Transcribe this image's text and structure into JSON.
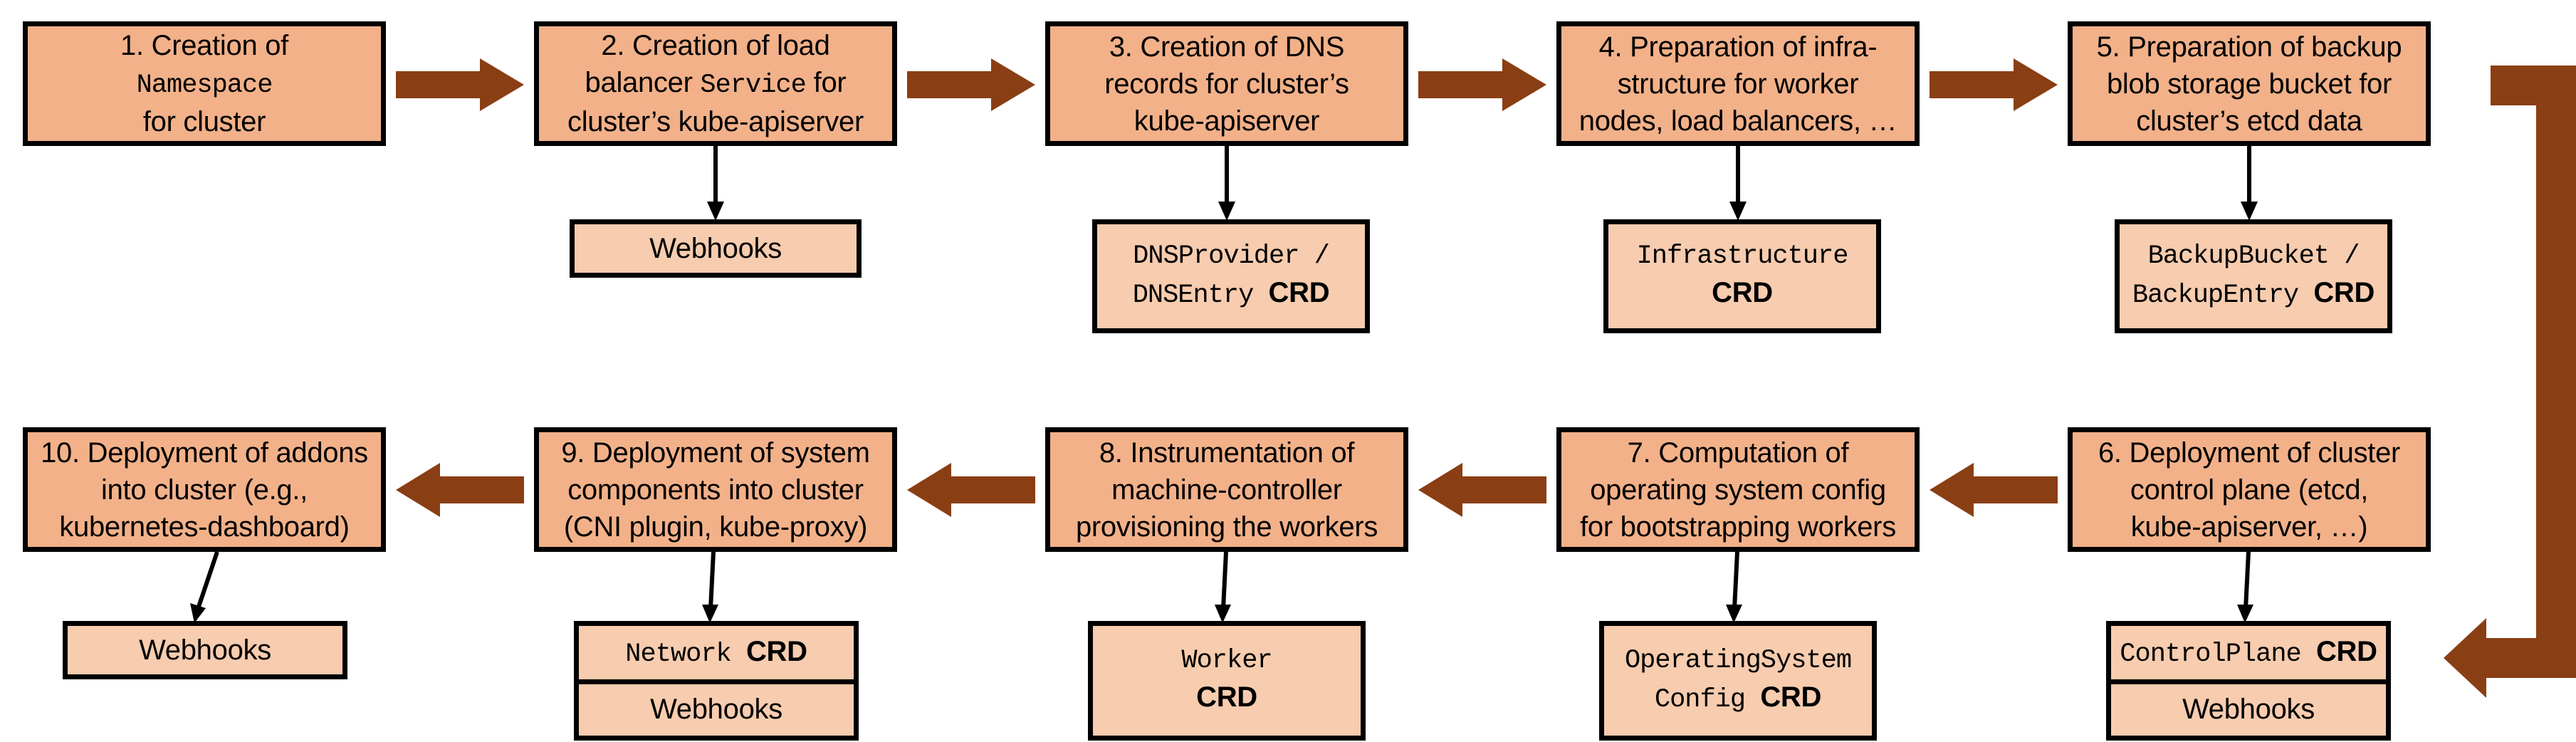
{
  "diagram": {
    "colors": {
      "step_fill": "#F2B189",
      "resource_fill": "#F7CCAF",
      "arrow": "#8A3E14",
      "stroke": "#000000",
      "background": "#FFFFFF"
    }
  },
  "steps": [
    {
      "id": "step-1",
      "number": "1.",
      "lines": [
        {
          "text": "1. Creation of",
          "mono": false
        },
        {
          "text": "Namespace",
          "mono": true
        },
        {
          "text": "for cluster",
          "mono": false
        }
      ],
      "plain": "1. Creation of Namespace for cluster"
    },
    {
      "id": "step-2",
      "number": "2.",
      "lines": [
        {
          "text": "2. Creation of load",
          "mono": false
        },
        {
          "text": "balancer Service for",
          "mono": "mixed"
        },
        {
          "text": "cluster’s kube-apiserver",
          "mono": false
        }
      ],
      "plain": "2. Creation of load balancer Service for cluster’s kube-apiserver"
    },
    {
      "id": "step-3",
      "number": "3.",
      "lines": [
        {
          "text": "3. Creation of DNS",
          "mono": false
        },
        {
          "text": "records for cluster’s",
          "mono": false
        },
        {
          "text": "kube-apiserver",
          "mono": false
        }
      ],
      "plain": "3. Creation of DNS records for cluster’s kube-apiserver"
    },
    {
      "id": "step-4",
      "number": "4.",
      "lines": [
        {
          "text": "4. Preparation of infra-",
          "mono": false
        },
        {
          "text": "structure for worker",
          "mono": false
        },
        {
          "text": "nodes, load balancers, …",
          "mono": false
        }
      ],
      "plain": "4. Preparation of infrastructure for worker nodes, load balancers, …"
    },
    {
      "id": "step-5",
      "number": "5.",
      "lines": [
        {
          "text": "5. Preparation of backup",
          "mono": false
        },
        {
          "text": "blob storage bucket for",
          "mono": false
        },
        {
          "text": "cluster’s etcd data",
          "mono": false
        }
      ],
      "plain": "5. Preparation of backup blob storage bucket for cluster’s etcd data"
    },
    {
      "id": "step-6",
      "number": "6.",
      "lines": [
        {
          "text": "6. Deployment of cluster",
          "mono": false
        },
        {
          "text": "control plane (etcd,",
          "mono": false
        },
        {
          "text": "kube-apiserver, …)",
          "mono": false
        }
      ],
      "plain": "6. Deployment of cluster control plane (etcd, kube-apiserver, …)"
    },
    {
      "id": "step-7",
      "number": "7.",
      "lines": [
        {
          "text": "7. Computation of",
          "mono": false
        },
        {
          "text": "operating system config",
          "mono": false
        },
        {
          "text": "for bootstrapping workers",
          "mono": false
        }
      ],
      "plain": "7. Computation of operating system config for bootstrapping workers"
    },
    {
      "id": "step-8",
      "number": "8.",
      "lines": [
        {
          "text": "8. Instrumentation of",
          "mono": false
        },
        {
          "text": "machine-controller",
          "mono": false
        },
        {
          "text": "provisioning the workers",
          "mono": false
        }
      ],
      "plain": "8. Instrumentation of machine-controller provisioning the workers"
    },
    {
      "id": "step-9",
      "number": "9.",
      "lines": [
        {
          "text": "9. Deployment of system",
          "mono": false
        },
        {
          "text": "components into cluster",
          "mono": false
        },
        {
          "text": "(CNI plugin, kube-proxy)",
          "mono": false
        }
      ],
      "plain": "9. Deployment of system components into cluster (CNI plugin, kube-proxy)"
    },
    {
      "id": "step-10",
      "number": "10.",
      "lines": [
        {
          "text": "10. Deployment of addons",
          "mono": false
        },
        {
          "text": "into cluster (e.g.,",
          "mono": false
        },
        {
          "text": "kubernetes-dashboard)",
          "mono": false
        }
      ],
      "plain": "10. Deployment of addons into cluster (e.g., kubernetes-dashboard)"
    }
  ],
  "resources": [
    {
      "id": "res-2",
      "parent": "step-2",
      "cells": [
        {
          "name": "Webhooks",
          "kind": "webhooks",
          "crd": false
        }
      ]
    },
    {
      "id": "res-3",
      "parent": "step-3",
      "cells": [
        {
          "name": "DNSProvider /\nDNSEntry",
          "kind": "crd",
          "crd": true,
          "crd_label": "CRD"
        }
      ]
    },
    {
      "id": "res-4",
      "parent": "step-4",
      "cells": [
        {
          "name": "Infrastructure",
          "kind": "crd",
          "crd": true,
          "crd_label": "CRD"
        }
      ]
    },
    {
      "id": "res-5",
      "parent": "step-5",
      "cells": [
        {
          "name": "BackupBucket /\nBackupEntry",
          "kind": "crd",
          "crd": true,
          "crd_label": "CRD"
        }
      ]
    },
    {
      "id": "res-6",
      "parent": "step-6",
      "cells": [
        {
          "name": "ControlPlane",
          "kind": "crd",
          "crd": true,
          "crd_label": "CRD"
        },
        {
          "name": "Webhooks",
          "kind": "webhooks",
          "crd": false
        }
      ]
    },
    {
      "id": "res-7",
      "parent": "step-7",
      "cells": [
        {
          "name": "OperatingSystem\nConfig",
          "kind": "crd",
          "crd": true,
          "crd_label": "CRD"
        }
      ]
    },
    {
      "id": "res-8",
      "parent": "step-8",
      "cells": [
        {
          "name": "Worker",
          "kind": "crd",
          "crd": true,
          "crd_label": "CRD"
        }
      ]
    },
    {
      "id": "res-9",
      "parent": "step-9",
      "cells": [
        {
          "name": "Network",
          "kind": "crd",
          "crd": true,
          "crd_label": "CRD"
        },
        {
          "name": "Webhooks",
          "kind": "webhooks",
          "crd": false
        }
      ]
    },
    {
      "id": "res-10",
      "parent": "step-10",
      "cells": [
        {
          "name": "Webhooks",
          "kind": "webhooks",
          "crd": false
        }
      ]
    }
  ],
  "flow": {
    "row1_direction": "left-to-right",
    "row2_direction": "right-to-left",
    "wrap": "step-5 to step-6 via right-side elbow"
  }
}
